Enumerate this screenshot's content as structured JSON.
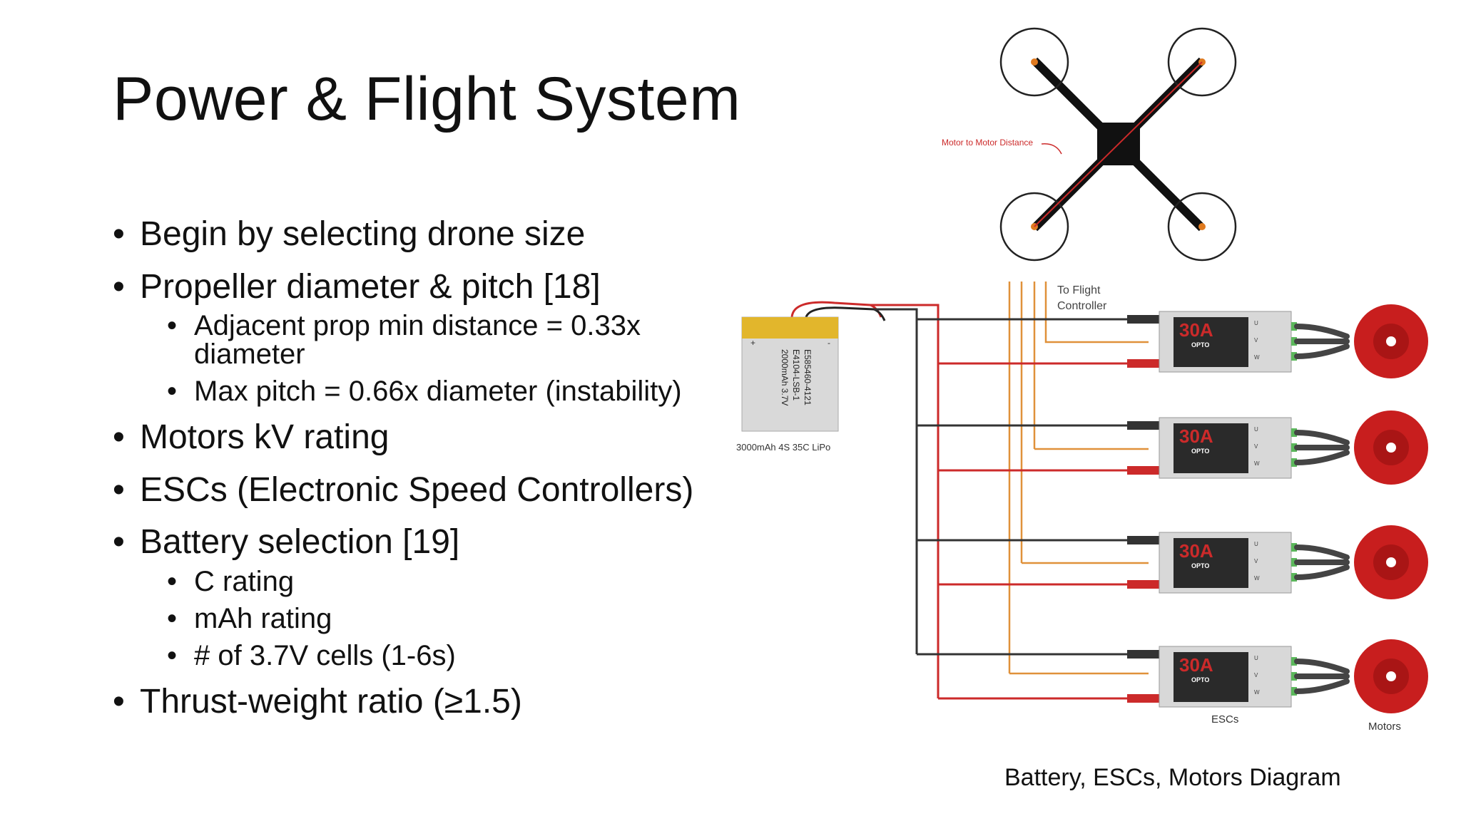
{
  "slide": {
    "title": "Power & Flight System",
    "caption": "Battery, ESCs, Motors Diagram"
  },
  "bullets": [
    {
      "text": "Begin by selecting drone size",
      "sub": []
    },
    {
      "text": "Propeller diameter & pitch [18]",
      "sub": [
        "Adjacent prop min distance = 0.33x diameter",
        "Max pitch = 0.66x diameter (instability)"
      ]
    },
    {
      "text": "Motors kV rating",
      "sub": []
    },
    {
      "text": "ESCs (Electronic Speed Controllers)",
      "sub": []
    },
    {
      "text": "Battery selection [19]",
      "sub": [
        "C rating",
        "mAh rating",
        "# of 3.7V cells (1-6s)"
      ]
    },
    {
      "text": "Thrust-weight ratio (≥1.5)",
      "sub": []
    }
  ],
  "diagram": {
    "motor_distance_label": "Motor to Motor Distance",
    "battery_text_lines": [
      "E585460-4121",
      "E4104-LSB-1",
      "2000mAh 3.7V"
    ],
    "battery_plus": "+",
    "battery_minus": "-",
    "battery_label": "3000mAh 4S 35C LiPo",
    "flight_controller_label": [
      "To Flight",
      "Controller"
    ],
    "esc_rating": "30A",
    "esc_brand": "OPTO",
    "esc_phase_labels": [
      "U",
      "V",
      "W"
    ],
    "esc_label": "ESCs",
    "motors_label": "Motors",
    "colors": {
      "red_wire": "#cc2a2a",
      "black_wire": "#333333",
      "orange_wire": "#e0913a",
      "motor_red": "#c81e1e",
      "esc_body": "#d8d8d8",
      "battery_gold": "#e2b62c"
    }
  }
}
